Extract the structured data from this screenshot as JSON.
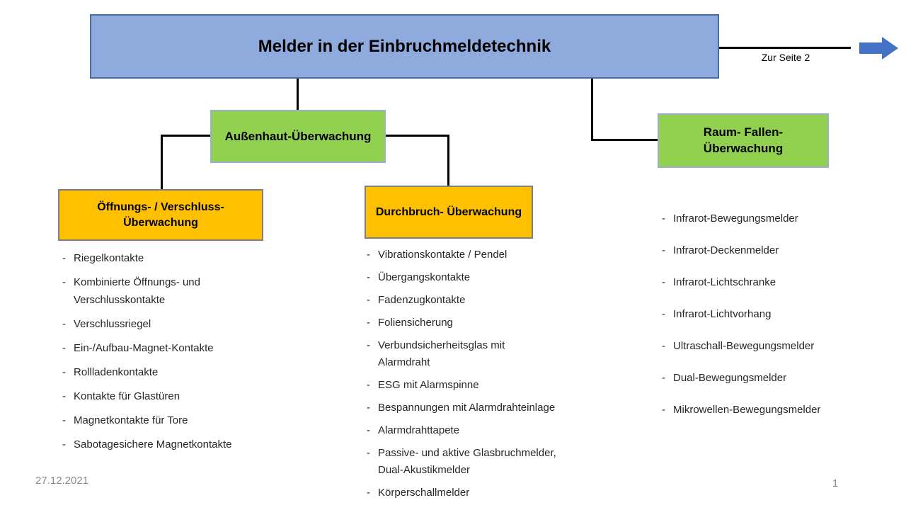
{
  "title": "Melder in der Einbruchmeldetechnik",
  "page_link_label": "Zur Seite 2",
  "bullet": "-",
  "boxes": {
    "aussenhaut": "Außenhaut-Überwachung",
    "raum_fallen": "Raum- Fallen-\nÜberwachung",
    "oeffnungs": "Öffnungs- / Verschluss-\nÜberwachung",
    "durchbruch": "Durchbruch- Überwachung"
  },
  "lists": {
    "oeffnungs_items": [
      "Riegelkontakte",
      "Kombinierte Öffnungs- und\nVerschlusskontakte",
      "Verschlussriegel",
      "Ein-/Aufbau-Magnet-Kontakte",
      "Rollladenkontakte",
      "Kontakte für Glastüren",
      "Magnetkontakte für Tore",
      "Sabotagesichere Magnetkontakte"
    ],
    "durchbruch_items": [
      "Vibrationskontakte / Pendel",
      "Übergangskontakte",
      "Fadenzugkontakte",
      "Foliensicherung",
      "Verbundsicherheitsglas mit\nAlarmdraht",
      "ESG mit Alarmspinne",
      "Bespannungen mit Alarmdrahteinlage",
      "Alarmdrahttapete",
      "Passive- und aktive Glasbruchmelder,\nDual-Akustikmelder",
      "Körperschallmelder"
    ],
    "raum_fallen_items": [
      "Infrarot-Bewegungsmelder",
      "Infrarot-Deckenmelder",
      "Infrarot-Lichtschranke",
      "Infrarot-Lichtvorhang",
      "Ultraschall-Bewegungsmelder",
      "Dual-Bewegungsmelder",
      "Mikrowellen-Bewegungsmelder"
    ]
  },
  "footer": {
    "date": "27.12.2021",
    "page_number": "1"
  },
  "colors": {
    "title_box_fill": "#8FAADC",
    "category_box_fill": "#92D050",
    "subcategory_box_fill": "#FFC000",
    "connector": "#000000",
    "arrow": "#4472C4",
    "footer_text": "#8a8a8a"
  }
}
